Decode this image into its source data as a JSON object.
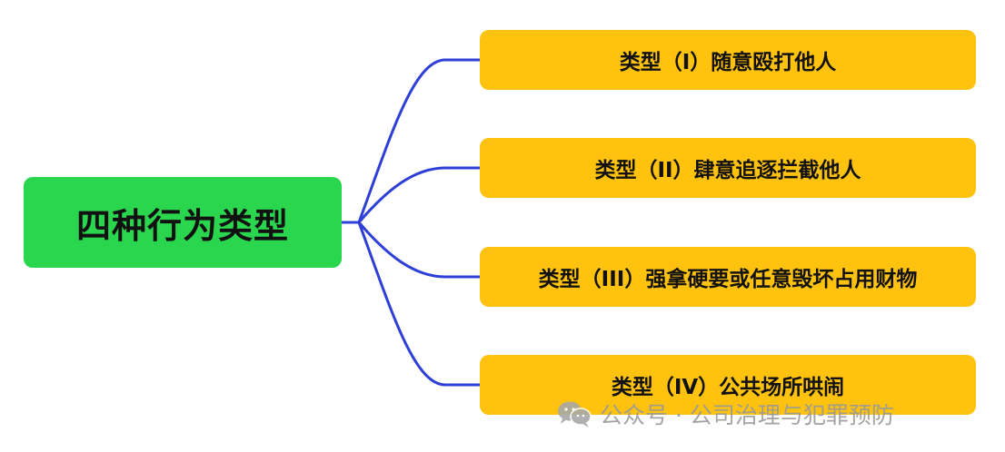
{
  "diagram": {
    "root": {
      "label": "四种行为类型"
    },
    "children": [
      {
        "label": "类型（I）随意殴打他人"
      },
      {
        "label": "类型（II）肆意追逐拦截他人"
      },
      {
        "label": "类型（III）强拿硬要或任意毁坏占用财物"
      },
      {
        "label": "类型（IV）公共场所哄闹"
      }
    ],
    "colors": {
      "root_fill": "#2bd64f",
      "child_fill": "#ffc20e",
      "connector": "#2d3fd6",
      "text": "#111111"
    }
  },
  "watermark": {
    "icon": "wechat-icon",
    "text": "公众号 · 公司治理与犯罪预防"
  }
}
